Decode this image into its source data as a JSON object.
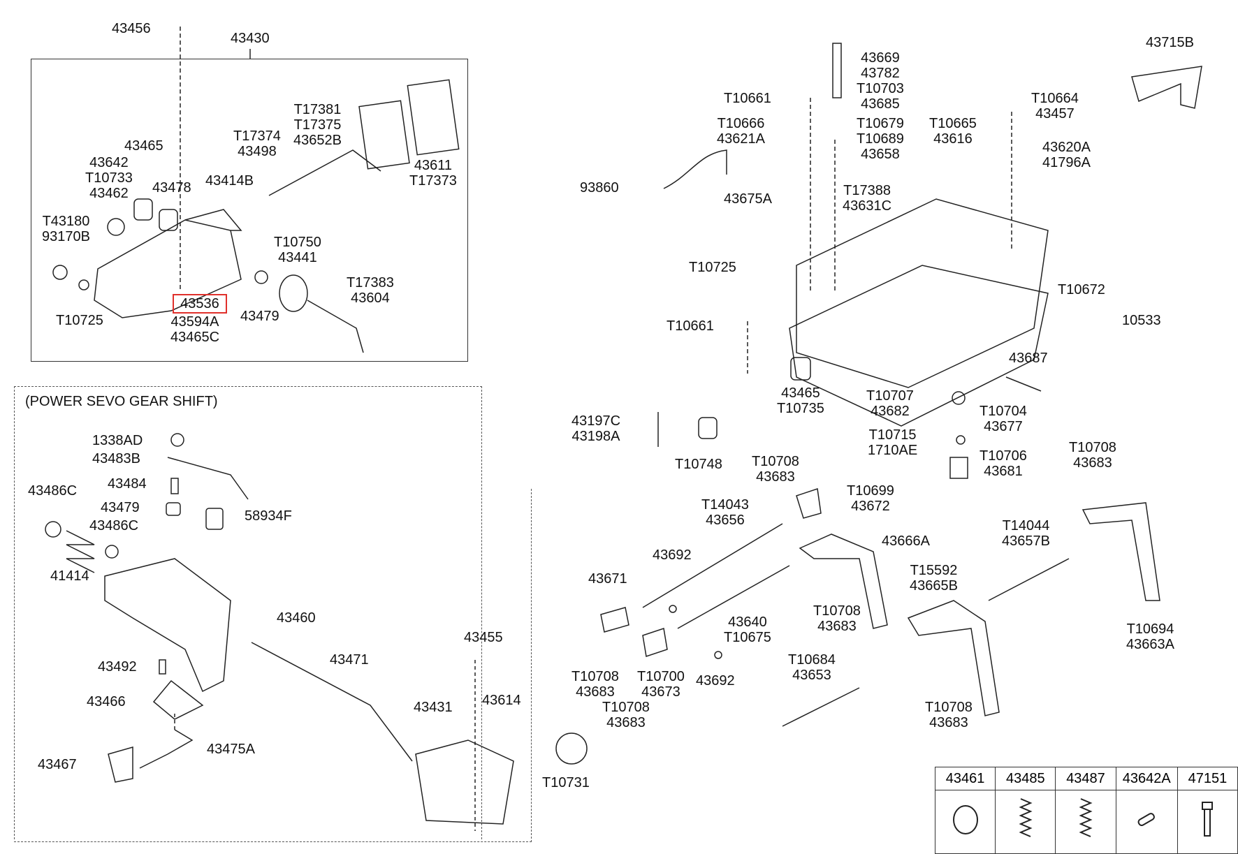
{
  "diagram": {
    "power_section_title": "(POWER SEVO GEAR SHIFT)",
    "highlighted_part": "43536",
    "callouts": {
      "c_43456": [
        "43456"
      ],
      "c_43430": [
        "43430"
      ],
      "c_43465": [
        "43465"
      ],
      "c_43642": [
        "43642",
        "T10733",
        "43462"
      ],
      "c_43478": [
        "43478"
      ],
      "c_43414B": [
        "43414B"
      ],
      "c_T17374": [
        "T17374",
        "43498"
      ],
      "c_T17381": [
        "T17381",
        "T17375",
        "43652B"
      ],
      "c_43611": [
        "43611",
        "T17373"
      ],
      "c_T43180": [
        "T43180",
        "93170B"
      ],
      "c_T10750": [
        "T10750",
        "43441"
      ],
      "c_T17383": [
        "T17383",
        "43604"
      ],
      "c_T10725a": [
        "T10725"
      ],
      "c_43536": [
        "43536"
      ],
      "c_43594A": [
        "43594A",
        "43465C"
      ],
      "c_43479a": [
        "43479"
      ],
      "c_1338AD": [
        "1338AD"
      ],
      "c_43483B": [
        "43483B"
      ],
      "c_43484": [
        "43484"
      ],
      "c_43486Ca": [
        "43486C"
      ],
      "c_43479b": [
        "43479"
      ],
      "c_58934F": [
        "58934F"
      ],
      "c_43486Cb": [
        "43486C"
      ],
      "c_41414": [
        "41414"
      ],
      "c_43460": [
        "43460"
      ],
      "c_43492": [
        "43492"
      ],
      "c_43471": [
        "43471"
      ],
      "c_43455": [
        "43455"
      ],
      "c_43466": [
        "43466"
      ],
      "c_43614": [
        "43614"
      ],
      "c_43431": [
        "43431"
      ],
      "c_43475A": [
        "43475A"
      ],
      "c_43467": [
        "43467"
      ],
      "c_T10731": [
        "T10731"
      ],
      "c_43715B": [
        "43715B"
      ],
      "c_43669": [
        "43669",
        "43782",
        "T10703",
        "43685"
      ],
      "c_T10661a": [
        "T10661"
      ],
      "c_T10664": [
        "T10664",
        "43457"
      ],
      "c_T10666": [
        "T10666",
        "43621A"
      ],
      "c_T10679": [
        "T10679",
        "T10689",
        "43658"
      ],
      "c_T10665": [
        "T10665",
        "43616"
      ],
      "c_43620A": [
        "43620A",
        "41796A"
      ],
      "c_93860": [
        "93860"
      ],
      "c_43675A": [
        "43675A"
      ],
      "c_T17388": [
        "T17388",
        "43631C"
      ],
      "c_T10725b": [
        "T10725"
      ],
      "c_T10672": [
        "T10672"
      ],
      "c_T10661b": [
        "T10661"
      ],
      "c_10533": [
        "10533"
      ],
      "c_43687": [
        "43687"
      ],
      "c_43465b": [
        "43465",
        "T10735"
      ],
      "c_T10707": [
        "T10707",
        "43682"
      ],
      "c_T10704": [
        "T10704",
        "43677"
      ],
      "c_43197C": [
        "43197C",
        "43198A"
      ],
      "c_T10748": [
        "T10748"
      ],
      "c_T10715": [
        "T10715",
        "1710AE"
      ],
      "c_T10706": [
        "T10706",
        "43681"
      ],
      "c_T10708a": [
        "T10708",
        "43683"
      ],
      "c_T10699": [
        "T10699",
        "43672"
      ],
      "c_T10708b": [
        "T10708",
        "43683"
      ],
      "c_T14043": [
        "T14043",
        "43656"
      ],
      "c_43666A": [
        "43666A"
      ],
      "c_43692a": [
        "43692"
      ],
      "c_T14044": [
        "T14044",
        "43657B"
      ],
      "c_43671": [
        "43671"
      ],
      "c_T15592": [
        "T15592",
        "43665B"
      ],
      "c_T10708c": [
        "T10708",
        "43683"
      ],
      "c_43640": [
        "43640",
        "T10675"
      ],
      "c_T10694": [
        "T10694",
        "43663A"
      ],
      "c_T10708d": [
        "T10708",
        "43683"
      ],
      "c_T10700": [
        "T10700",
        "43673"
      ],
      "c_T10708e": [
        "T10708",
        "43683"
      ],
      "c_43692b": [
        "43692"
      ],
      "c_T10684": [
        "T10684",
        "43653"
      ],
      "c_T10708f": [
        "T10708",
        "43683"
      ]
    }
  },
  "legend": {
    "parts": [
      "43461",
      "43485",
      "43487",
      "43642A",
      "47151"
    ]
  }
}
